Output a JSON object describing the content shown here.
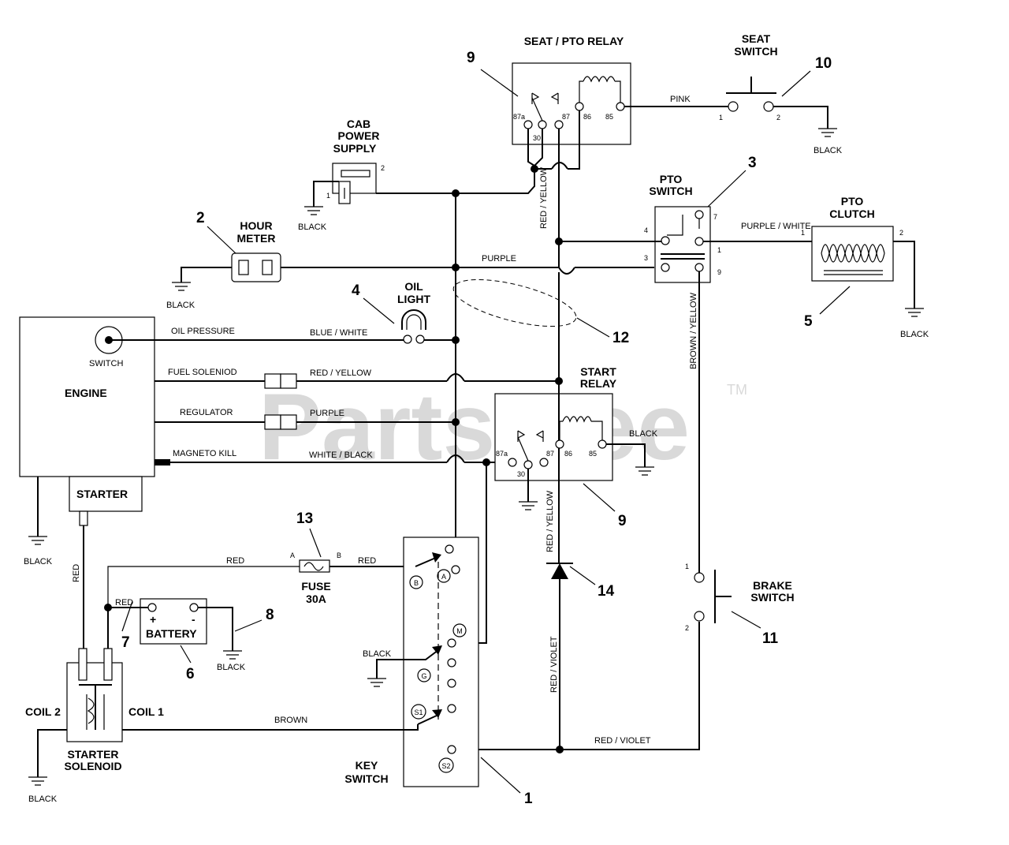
{
  "watermark": {
    "text": "PartsTree",
    "trademark": "TM"
  },
  "components": {
    "seat_pto_relay": {
      "name": "SEAT / PTO RELAY",
      "pins": [
        "87a",
        "30",
        "87",
        "86",
        "85"
      ],
      "ref": "9"
    },
    "seat_switch": {
      "name_line1": "SEAT",
      "name_line2": "SWITCH",
      "pin1": "1",
      "pin2": "2",
      "ref": "10",
      "ground": "BLACK"
    },
    "cab_power": {
      "line1": "CAB",
      "line2": "POWER",
      "line3": "SUPPLY",
      "pin1": "1",
      "pin2": "2",
      "ground": "BLACK"
    },
    "hour_meter": {
      "line1": "HOUR",
      "line2": "METER",
      "ref": "2",
      "ground": "BLACK"
    },
    "oil_light": {
      "line1": "OIL",
      "line2": "LIGHT",
      "ref": "4"
    },
    "pto_switch": {
      "line1": "PTO",
      "line2": "SWITCH",
      "ref": "3",
      "pins": [
        "7",
        "4",
        "1",
        "3",
        "9"
      ]
    },
    "pto_clutch": {
      "line1": "PTO",
      "line2": "CLUTCH",
      "ref": "5",
      "pin1": "1",
      "pin2": "2",
      "ground": "BLACK"
    },
    "engine": {
      "name": "ENGINE",
      "switch": "SWITCH",
      "starter": "STARTER",
      "ground": "BLACK"
    },
    "start_relay": {
      "line1": "START",
      "line2": "RELAY",
      "ref": "9",
      "pins": [
        "87a",
        "30",
        "87",
        "86",
        "85"
      ],
      "ground": "BLACK"
    },
    "fuse": {
      "line1": "FUSE",
      "line2": "30A",
      "ref": "13",
      "pinA": "A",
      "pinB": "B"
    },
    "battery": {
      "name": "BATTERY",
      "plus": "+",
      "minus": "-",
      "ref_cable": "7",
      "ref_ground": "8",
      "ref_batt": "6",
      "ground": "BLACK"
    },
    "key_switch": {
      "line1": "KEY",
      "line2": "SWITCH",
      "ref": "1",
      "terminals": [
        "A",
        "B",
        "M",
        "G",
        "S1",
        "S2"
      ],
      "ground": "BLACK"
    },
    "diode": {
      "ref": "14"
    },
    "brake_switch": {
      "line1": "BRAKE",
      "line2": "SWITCH",
      "ref": "11",
      "pin1": "1",
      "pin2": "2"
    },
    "starter_solenoid": {
      "line1": "STARTER",
      "line2": "SOLENOID",
      "coil1": "COIL 1",
      "coil2": "COIL 2",
      "ground": "BLACK"
    },
    "harness": {
      "ref": "12"
    }
  },
  "wires": {
    "pink": "PINK",
    "red_yellow_v1": "RED / YELLOW",
    "purple_white": "PURPLE / WHITE",
    "purple_top": "PURPLE",
    "brown_yellow": "BROWN / YELLOW",
    "oil_pressure": "OIL PRESSURE",
    "blue_white": "BLUE / WHITE",
    "fuel_solenoid": "FUEL SOLENIOD",
    "red_yellow_h": "RED / YELLOW",
    "regulator": "REGULATOR",
    "purple_mid": "PURPLE",
    "magneto_kill": "MAGNETO KILL",
    "white_black": "WHITE / BLACK",
    "red_yellow_v2": "RED / YELLOW",
    "red_starter": "RED",
    "red_fuse_in": "RED",
    "red_fuse_out": "RED",
    "red_batt": "RED",
    "red_violet_v": "RED / VIOLET",
    "red_violet_h": "RED / VIOLET",
    "brown": "BROWN"
  }
}
